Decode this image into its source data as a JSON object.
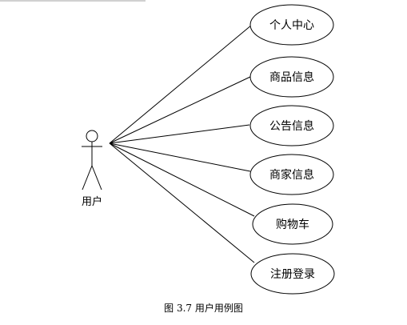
{
  "actor": {
    "label": "用户"
  },
  "use_cases": [
    {
      "label": "个人中心"
    },
    {
      "label": "商品信息"
    },
    {
      "label": "公告信息"
    },
    {
      "label": "商家信息"
    },
    {
      "label": "购物车"
    },
    {
      "label": "注册登录"
    }
  ],
  "caption": {
    "number": "图 3.7",
    "title": "用户用例图"
  }
}
